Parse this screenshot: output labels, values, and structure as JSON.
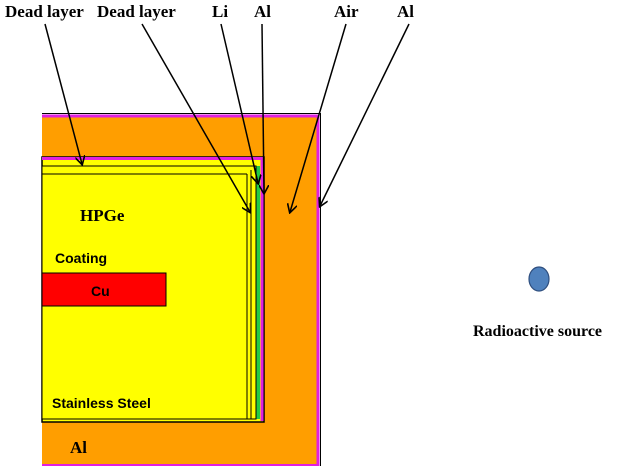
{
  "labels": {
    "dead_layer_1": "Dead layer",
    "dead_layer_2": "Dead layer",
    "li": "Li",
    "al_top": "Al",
    "air": "Air",
    "al_right": "Al",
    "hpge": "HPGe",
    "coating": "Coating",
    "cu": "Cu",
    "stainless_steel": "Stainless Steel",
    "al_bottom": "Al",
    "radioactive_source": "Radioactive source"
  },
  "colors": {
    "outer_al": "#ff9e00",
    "pink_border": "#e020e0",
    "detector": "#ffff00",
    "copper": "#ff0000",
    "li_layer": "#22cc44",
    "source": "#4f81bd",
    "arrow": "#000000"
  }
}
